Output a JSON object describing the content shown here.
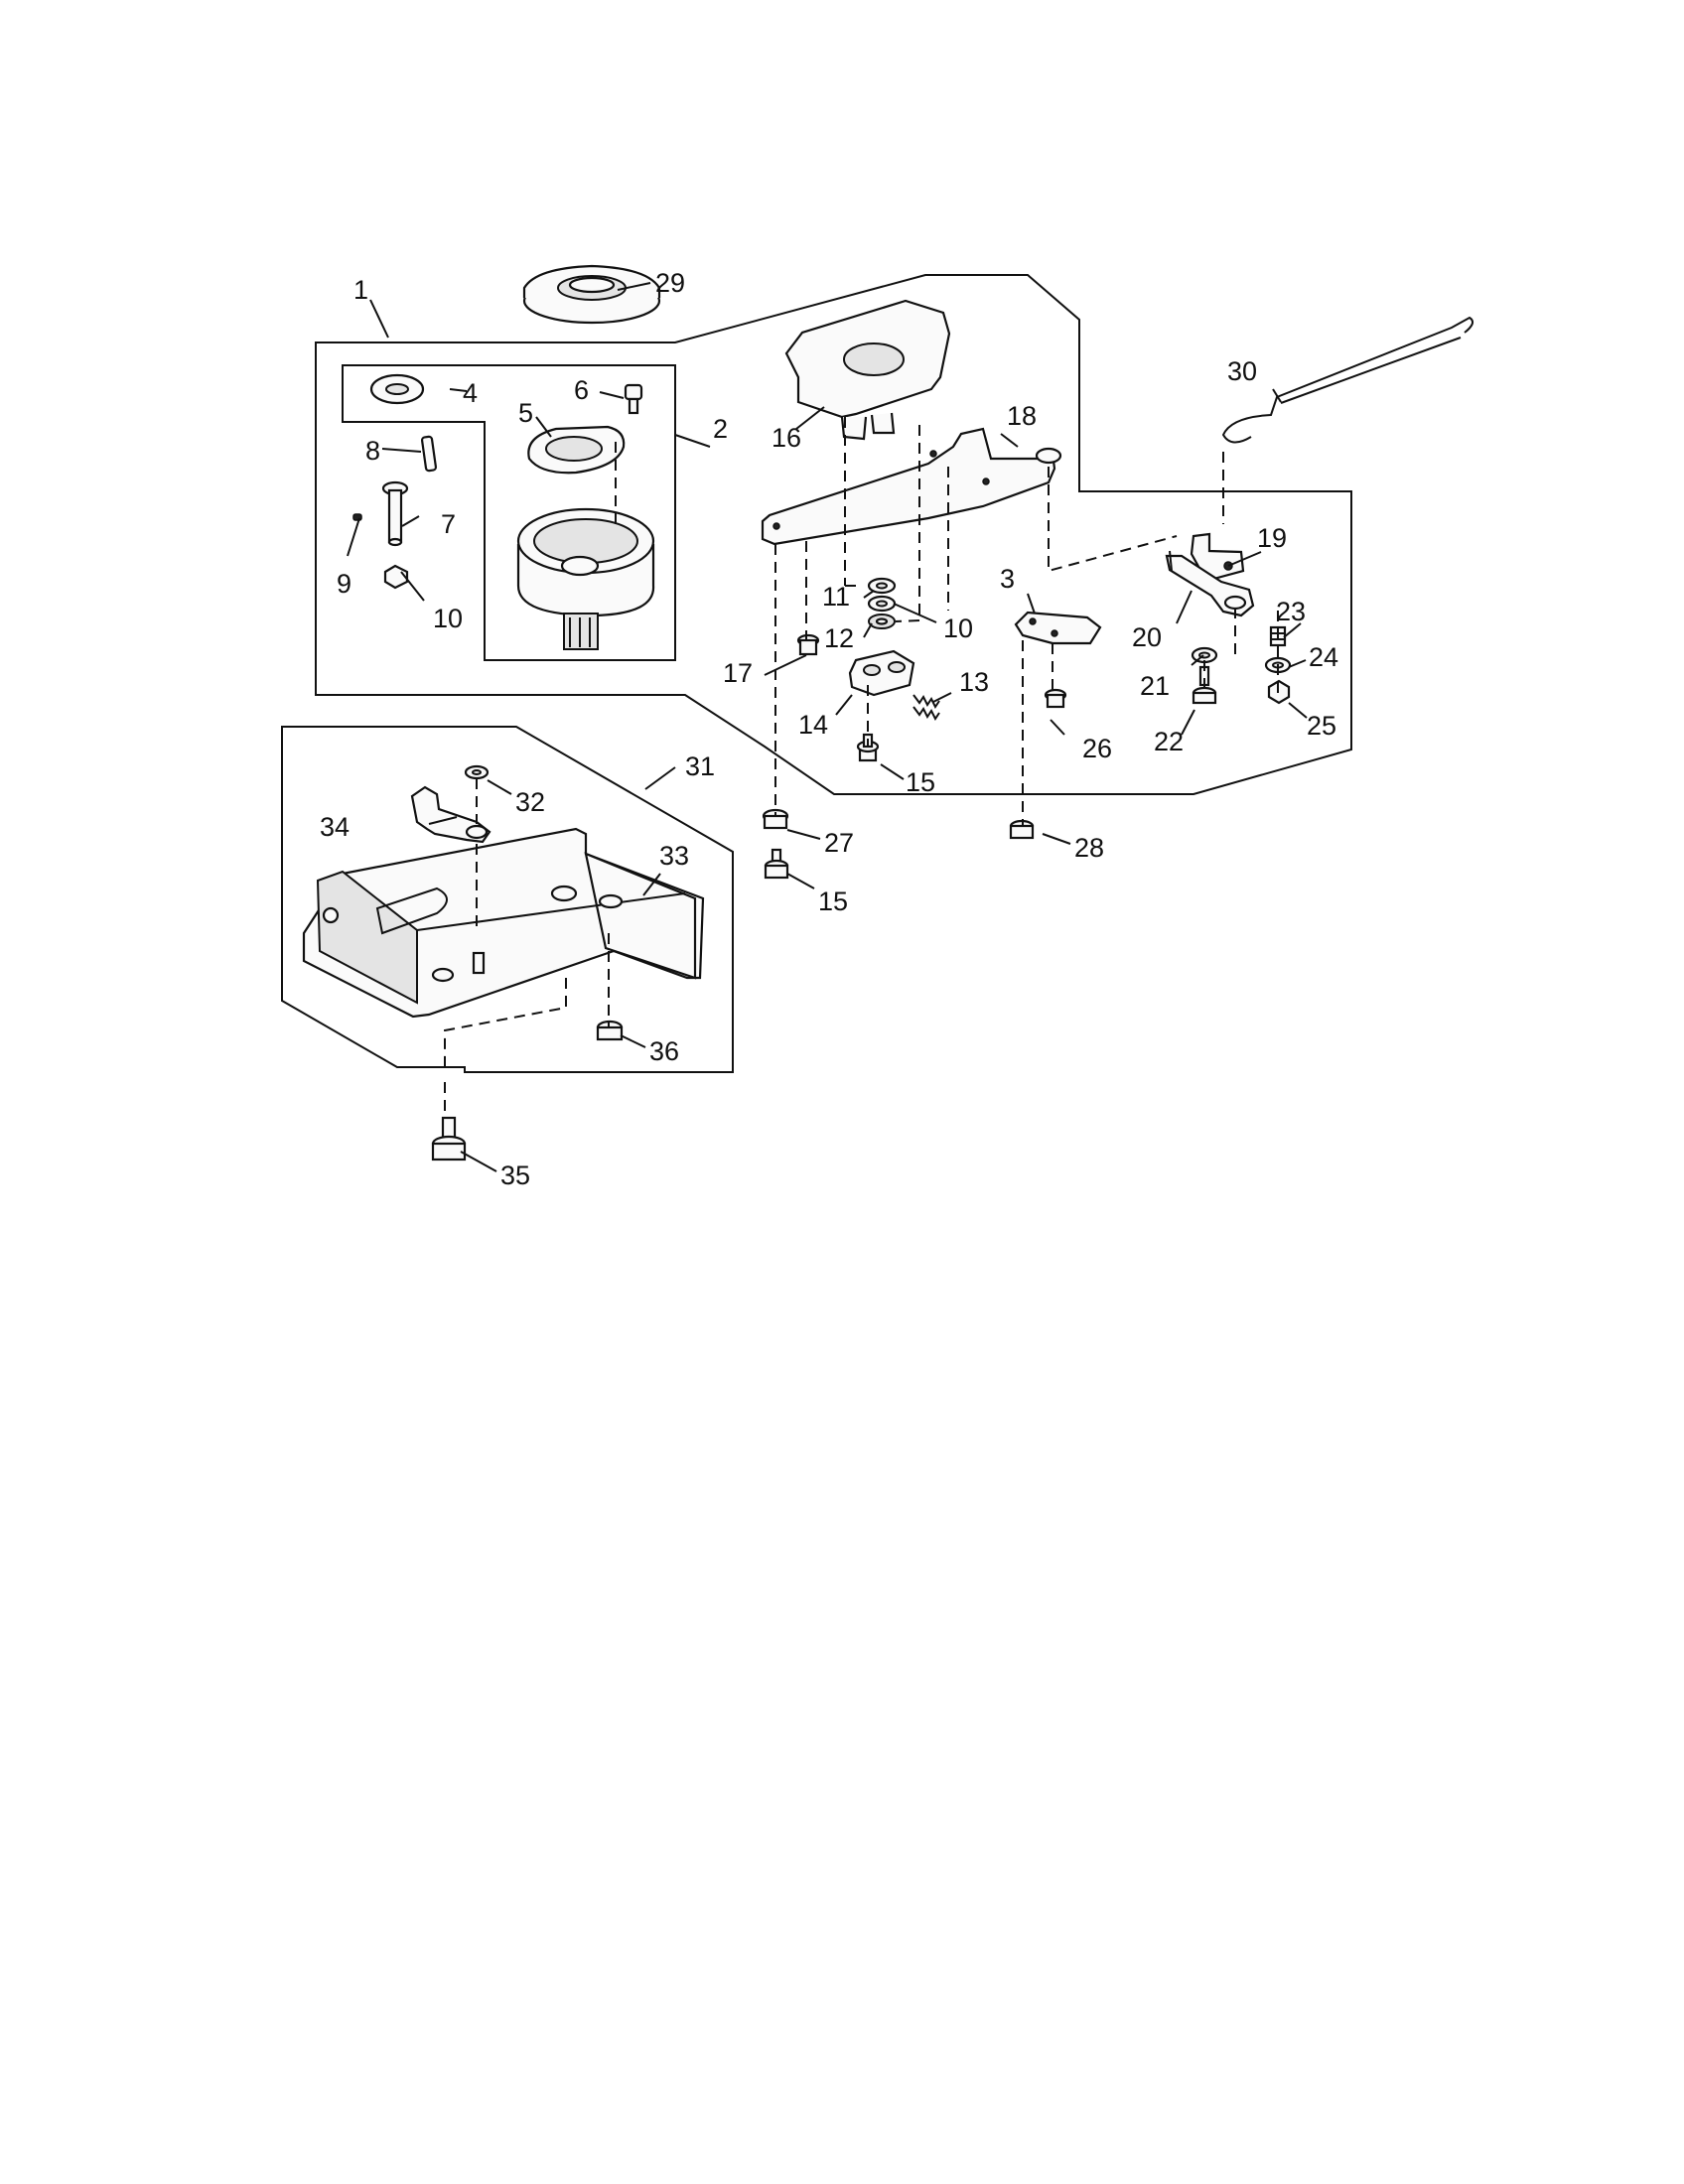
{
  "labels": {
    "l1": "1",
    "l2": "2",
    "l3": "3",
    "l4": "4",
    "l5": "5",
    "l6": "6",
    "l7": "7",
    "l8": "8",
    "l9": "9",
    "l10a": "10",
    "l10b": "10",
    "l11": "11",
    "l12": "12",
    "l13": "13",
    "l14": "14",
    "l15a": "15",
    "l15b": "15",
    "l16": "16",
    "l17": "17",
    "l18": "18",
    "l19": "19",
    "l20": "20",
    "l21": "21",
    "l22": "22",
    "l23": "23",
    "l24": "24",
    "l25": "25",
    "l26": "26",
    "l27": "27",
    "l28": "28",
    "l29": "29",
    "l30": "30",
    "l31": "31",
    "l32": "32",
    "l33": "33",
    "l34": "34",
    "l35": "35",
    "l36": "36"
  }
}
